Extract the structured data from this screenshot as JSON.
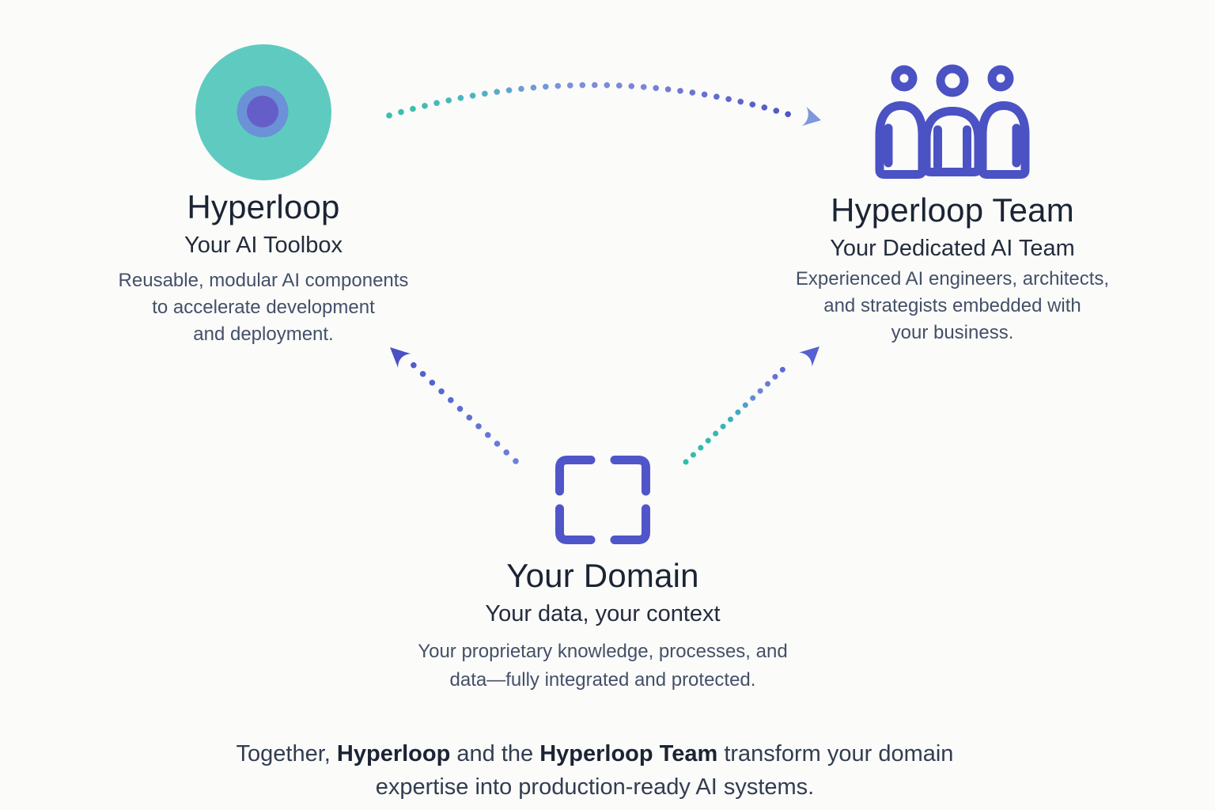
{
  "colors": {
    "background": "#FBFBFA",
    "teal": "#5FCBC0",
    "mid_blue": "#6B92D6",
    "indigo": "#4E54C6",
    "arrow_light_blue": "#7E97DE",
    "heading_text": "#1B2433",
    "body_text": "#445068"
  },
  "nodes": {
    "toolbox": {
      "icon": "concentric-circles-icon",
      "title": "Hyperloop",
      "subtitle": "Your AI Toolbox",
      "desc_lines": [
        "Reusable, modular AI components",
        "to accelerate development",
        "and deployment."
      ]
    },
    "team": {
      "icon": "team-icon",
      "title": "Hyperloop Team",
      "subtitle": "Your Dedicated AI Team",
      "desc_lines": [
        "Experienced AI engineers, architects,",
        "and strategists embedded with",
        "your business."
      ]
    },
    "domain": {
      "icon": "selection-brackets-icon",
      "title": "Your Domain",
      "subtitle": "Your data, your context",
      "desc_lines": [
        "Your proprietary knowledge, processes, and",
        "data—fully integrated and protected."
      ]
    }
  },
  "arrows": [
    {
      "name": "arrow-toolbox-to-team",
      "from": "Hyperloop",
      "to": "Hyperloop Team",
      "style": "dotted-curve"
    },
    {
      "name": "arrow-domain-to-toolbox",
      "from": "Your Domain",
      "to": "Hyperloop",
      "style": "dotted-line"
    },
    {
      "name": "arrow-domain-to-team",
      "from": "Your Domain",
      "to": "Hyperloop Team",
      "style": "dotted-line"
    }
  ],
  "footer": {
    "prefix": "Together, ",
    "bold1": "Hyperloop",
    "middle": " and the ",
    "bold2": "Hyperloop Team",
    "suffix": " transform your domain",
    "line2": "expertise into production-ready AI systems."
  }
}
